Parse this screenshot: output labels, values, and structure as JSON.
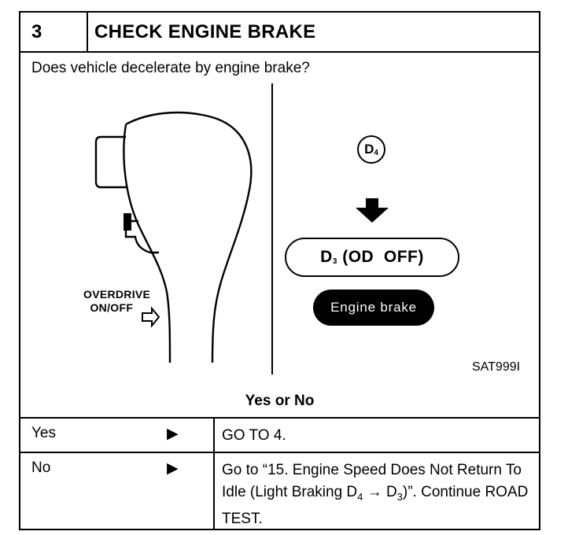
{
  "step": {
    "number": "3",
    "title": "CHECK ENGINE BRAKE"
  },
  "question": "Does vehicle decelerate by engine brake?",
  "illustration": {
    "overdrive_line1": "OVERDRIVE",
    "overdrive_line2": "ON/OFF",
    "d4_main": "D",
    "d4_sub": "4",
    "d3_main": "D",
    "d3_sub": "3",
    "d3_rest": " (OD  OFF)",
    "engine_brake": "Engine brake",
    "figure_code": "SAT999I"
  },
  "decision": {
    "heading": "Yes or No",
    "rows": [
      {
        "answer": "Yes",
        "arrow": "▶",
        "action": "GO TO 4."
      },
      {
        "answer": "No",
        "arrow": "▶",
        "action_part1": "Go to “15. Engine Speed Does Not Return To Idle (Light Braking D",
        "action_sub1": "4",
        "action_part2": " → D",
        "action_sub2": "3",
        "action_part3": ")”. Continue ROAD TEST."
      }
    ]
  }
}
